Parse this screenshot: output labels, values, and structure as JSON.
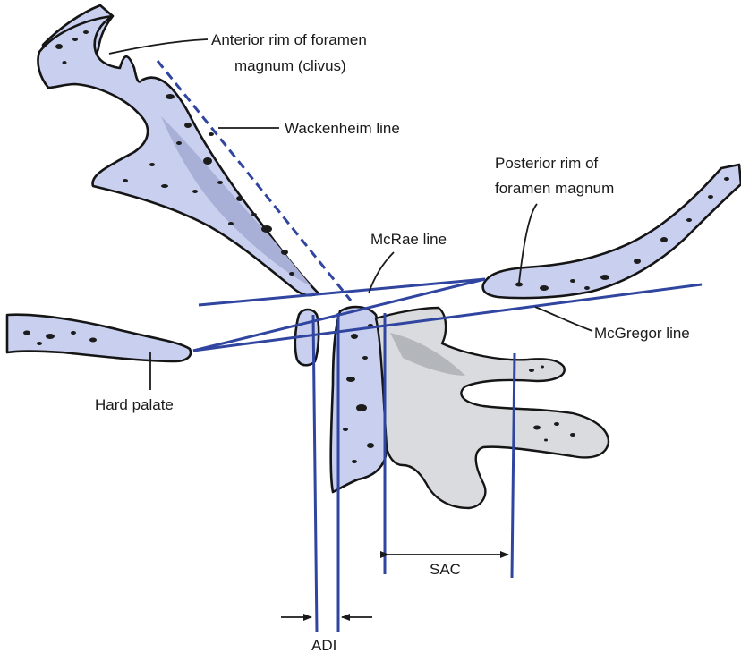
{
  "labels": {
    "anterior_rim_line1": "Anterior rim of foramen",
    "anterior_rim_line2": "magnum (clivus)",
    "wackenheim": "Wackenheim line",
    "posterior_rim_line1": "Posterior rim of",
    "posterior_rim_line2": "foramen magnum",
    "mcrae": "McRae line",
    "mcgregor": "McGregor line",
    "hard_palate": "Hard palate",
    "sac": "SAC",
    "adi": "ADI"
  },
  "colors": {
    "reference_line": "#3045a0",
    "bone_fill": "#c9cfee",
    "vertebra_fill": "#d9dbde",
    "outline": "#151515"
  }
}
